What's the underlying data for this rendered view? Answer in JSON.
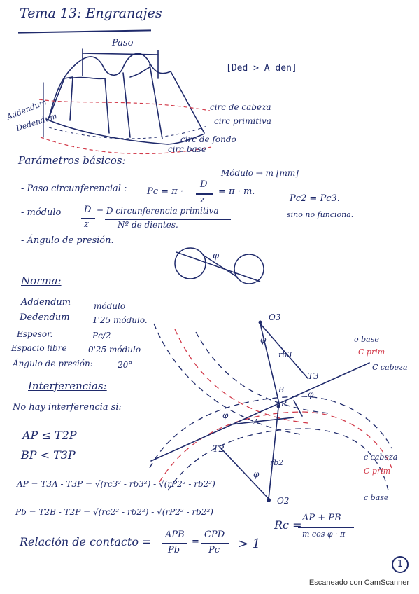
{
  "title": "Tema 13: Engranajes",
  "gear": {
    "paso": "Paso",
    "addendum": "Addendum",
    "dedendum": "Dedendum",
    "circ_cabeza": "circ de cabeza",
    "circ_primitiva": "circ primitiva",
    "circ_fondo": "circ de fondo",
    "circ_base": "circ base",
    "note": "[Ded > A den]"
  },
  "parametros": {
    "heading": "Parámetros básicos:",
    "modulo_unit": "Módulo → m [mm]",
    "paso_label": "- Paso circunferencial :",
    "paso_formula_a": "Pc = π ·",
    "paso_frac_num": "D",
    "paso_frac_den": "z",
    "paso_formula_b": "= π · m.",
    "pc_eq": "Pc2 = Pc3.",
    "pc_note": "sino no funciona.",
    "modulo_label": "- módulo",
    "modulo_frac_num": "D",
    "modulo_frac_den": "z",
    "modulo_eq_num": "= D circunferencia primitiva",
    "modulo_eq_den": "Nº de dientes.",
    "angulo_label": "- Ángulo de presión.",
    "phi": "φ"
  },
  "norma": {
    "heading": "Norma:",
    "rows": [
      {
        "name": "Addendum",
        "value": "módulo"
      },
      {
        "name": "Dedendum",
        "value": "1'25 módulo."
      },
      {
        "name": "Espesor.",
        "value": "Pc/2"
      },
      {
        "name": "Espacio libre",
        "value": "0'25 módulo"
      },
      {
        "name": "Ángulo de presión:",
        "value": "20°"
      }
    ]
  },
  "interferencias": {
    "heading": "Interferencias:",
    "condition": "No hay interferencia si:",
    "ineq1": "AP ≤ T2P",
    "ineq2": "BP < T3P",
    "ap_formula": "AP = T3A - T3P = √(rc3² - rb3²) - √(rP2² - rb2²)",
    "pb_formula": "Pb = T2B - T2P = √(rc2² - rb2²) - √(rP2² - rb2²)",
    "relacion": "Relación de contacto =",
    "rel_frac1_num": "APB",
    "rel_frac1_den": "Pb",
    "rel_frac2_num": "CPD",
    "rel_frac2_den": "Pc",
    "rel_tail": "> 1",
    "rc_formula_lhs": "Rc =",
    "rc_num": "AP + PB",
    "rc_den": "m cos φ · π"
  },
  "mesh_diagram": {
    "o3": "O3",
    "o2": "O2",
    "t3": "T3",
    "t2": "T2",
    "rb3": "rb3",
    "rb2": "rb2",
    "p": "P",
    "a": "A",
    "b": "B",
    "phi": "φ",
    "obase": "o base",
    "cprim_top": "C prim",
    "ccabeza_top": "C cabeza",
    "ccabeza_bot": "c cabeza",
    "cprim_bot": "C prim",
    "cbase_bot": "c base"
  },
  "page_number": "1",
  "footer": "Escaneado con CamScanner",
  "colors": {
    "ink": "#1f2a6b",
    "red": "#d23a4a"
  }
}
